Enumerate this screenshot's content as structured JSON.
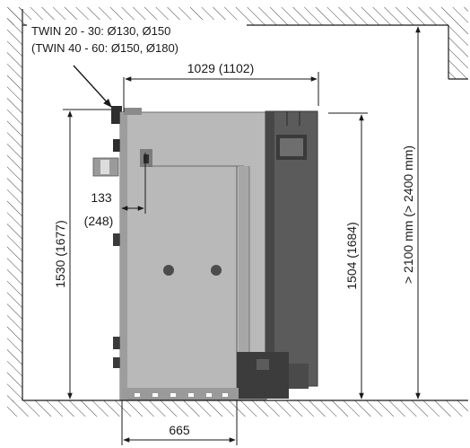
{
  "flue_note": {
    "line1": "TWIN 20 - 30: Ø130, Ø150",
    "line2": "(TWIN 40 - 60: Ø150, Ø180)"
  },
  "dimensions": {
    "width": "1029 (1102)",
    "height_left": "1530 (1677)",
    "height_right": "1504 (1684)",
    "room_height": "> 2100 mm (> 2400 mm)",
    "flue_offset_1": "133",
    "flue_offset_2": "(248)",
    "base": "665"
  },
  "colors": {
    "boiler_body": "#b9b9b9",
    "boiler_front": "#5b5b5b",
    "line": "#1a1a1a"
  }
}
